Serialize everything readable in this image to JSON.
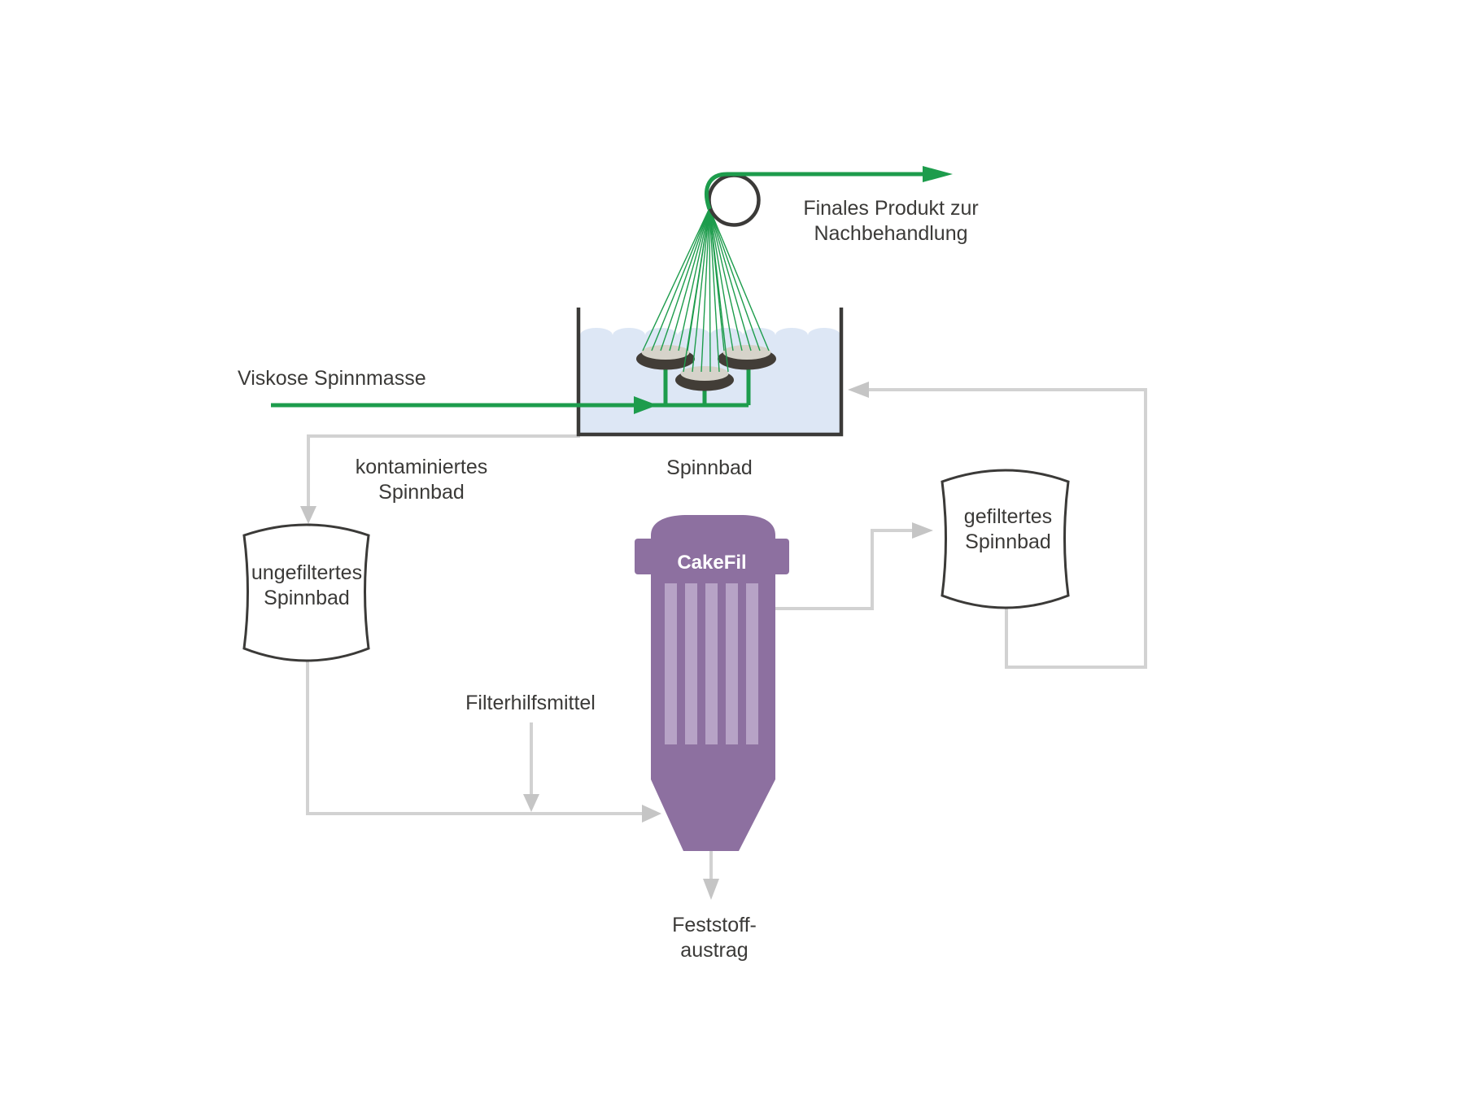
{
  "colors": {
    "green": "#1d9c4c",
    "purple": "#8d70a0",
    "purple-light": "#b7a3c6",
    "water": "#dde7f5",
    "line-gray": "#d2d2d2",
    "arrow-gray": "#c5c5c5",
    "ink": "#3b3a38",
    "disc-face": "#d6d3ca",
    "disc-rim": "#423d37"
  },
  "labels": {
    "viscose_feed": "Viskose Spinnmasse",
    "spinning_bath": "Spinnbad",
    "contaminated_bath": "kontaminiertes\nSpinnbad",
    "unfiltered_bath": "ungefiltertes\nSpinnbad",
    "filter_name": "CakeFil",
    "filter_aid": "Filterhilfsmittel",
    "filtered_bath": "gefiltertes\nSpinnbad",
    "solids_discharge": "Feststoff-\naustrag",
    "final_product": "Finales Produkt zur\nNachbehandlung"
  }
}
